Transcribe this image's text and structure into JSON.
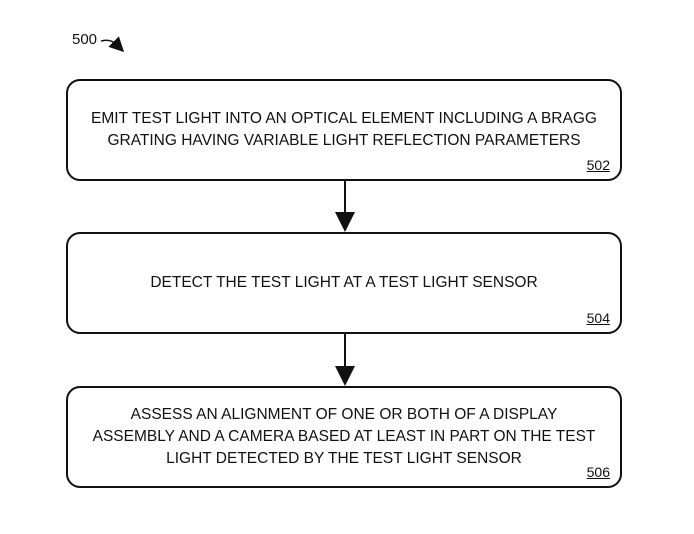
{
  "figure_label": "500",
  "steps": [
    {
      "lines": [
        "EMIT TEST LIGHT INTO AN OPTICAL ELEMENT INCLUDING A BRAGG",
        "GRATING HAVING VARIABLE LIGHT REFLECTION PARAMETERS"
      ],
      "ref": "502"
    },
    {
      "lines": [
        "DETECT THE TEST LIGHT AT A TEST LIGHT SENSOR"
      ],
      "ref": "504"
    },
    {
      "lines": [
        "ASSESS AN ALIGNMENT OF ONE OR BOTH OF A DISPLAY",
        "ASSEMBLY AND A CAMERA BASED AT LEAST IN PART ON THE TEST",
        "LIGHT DETECTED BY THE TEST LIGHT SENSOR"
      ],
      "ref": "506"
    }
  ]
}
